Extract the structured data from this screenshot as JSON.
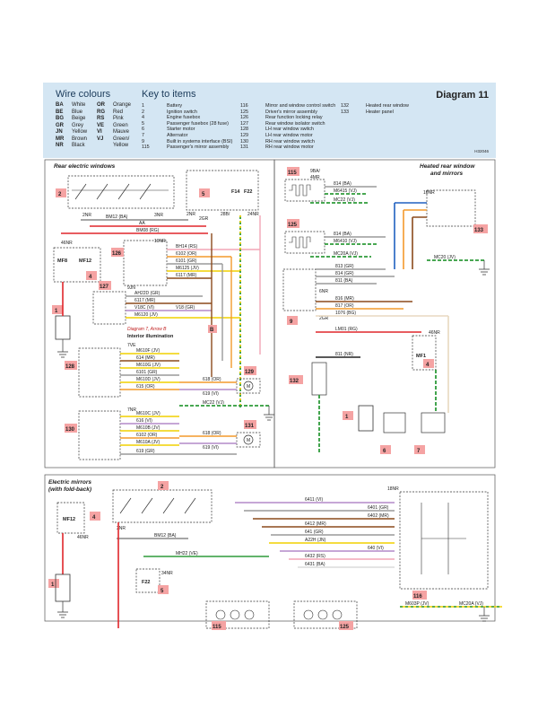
{
  "header": {
    "wire_colours_title": "Wire colours",
    "key_title": "Key to items",
    "diagram_title": "Diagram 11",
    "ref_code": "H32046",
    "wire_colours": [
      {
        "code": "BA",
        "name": "White",
        "code2": "OR",
        "name2": "Orange"
      },
      {
        "code": "BE",
        "name": "Blue",
        "code2": "RG",
        "name2": "Red"
      },
      {
        "code": "BG",
        "name": "Beige",
        "code2": "RS",
        "name2": "Pink"
      },
      {
        "code": "GR",
        "name": "Grey",
        "code2": "VE",
        "name2": "Green"
      },
      {
        "code": "JN",
        "name": "Yellow",
        "code2": "VI",
        "name2": "Mauve"
      },
      {
        "code": "MR",
        "name": "Brown",
        "code2": "VJ",
        "name2": "Green/"
      },
      {
        "code": "NR",
        "name": "Black",
        "code2": "",
        "name2": "Yellow"
      }
    ],
    "keys_col1": [
      {
        "num": "1",
        "text": "Battery"
      },
      {
        "num": "2",
        "text": "Ignition switch"
      },
      {
        "num": "4",
        "text": "Engine fusebox"
      },
      {
        "num": "5",
        "text": "Passenger fusebox (28 fuse)"
      },
      {
        "num": "6",
        "text": "Starter motor"
      },
      {
        "num": "7",
        "text": "Alternator"
      },
      {
        "num": "9",
        "text": "Built in systems interface (BSI)"
      },
      {
        "num": "115",
        "text": "Passenger's mirror assembly"
      }
    ],
    "keys_col2": [
      {
        "num": "116",
        "text": "Mirror and window control switch"
      },
      {
        "num": "125",
        "text": "Driver's mirror assembly"
      },
      {
        "num": "126",
        "text": "Rear function locking relay"
      },
      {
        "num": "127",
        "text": "Rear window isolator switch"
      },
      {
        "num": "128",
        "text": "LH rear window switch"
      },
      {
        "num": "129",
        "text": "LH rear window motor"
      },
      {
        "num": "130",
        "text": "RH rear window switch"
      },
      {
        "num": "131",
        "text": "RH rear window motor"
      }
    ],
    "keys_col3": [
      {
        "num": "132",
        "text": "Heated rear window"
      },
      {
        "num": "133",
        "text": "Heater panel"
      }
    ]
  },
  "panels": {
    "rear_windows": "Rear electric windows",
    "heated_rear": "Heated rear window",
    "heated_rear2": "and mirrors",
    "mirrors": "Electric mirrors",
    "mirrors2": "(with fold-back)"
  },
  "annotations": {
    "diagram7": "Diagram 7, Arrow B",
    "interior": "Interior illumination"
  },
  "colors": {
    "header_bg": "#d4e6f3",
    "tag_bg": "#f5a3a3",
    "wire_red": "#e0262b",
    "wire_orange": "#f39a2c",
    "wire_green": "#2e9b3a",
    "wire_yellow": "#f0d000",
    "wire_grey": "#9a9a9a",
    "wire_brown": "#8b4a1c",
    "wire_mauve": "#b48ac8",
    "wire_pink": "#f2a5b5",
    "wire_blue": "#2060c0",
    "wire_black": "#222222"
  },
  "left_wires": [
    {
      "id": "BM12 (BA)"
    },
    {
      "id": "AA"
    },
    {
      "id": "BM08 (RG)"
    },
    {
      "id": "BH14 (RS)"
    },
    {
      "id": "6102 (OR)"
    },
    {
      "id": "6101 (GR)"
    },
    {
      "id": "M6125 (JV)"
    },
    {
      "id": "6117 (MR)"
    },
    {
      "id": "AH22D (GR)"
    },
    {
      "id": "6117 (MR)"
    },
    {
      "id": "V18C (VI)"
    },
    {
      "id": "V18 (GR)"
    },
    {
      "id": "M6120 (JV)"
    },
    {
      "id": "M610F (JV)"
    },
    {
      "id": "614 (MR)"
    },
    {
      "id": "M610G (JV)"
    },
    {
      "id": "6101 (GR)"
    },
    {
      "id": "M610D (JV)"
    },
    {
      "id": "615 (OR)"
    },
    {
      "id": "618 (OR)"
    },
    {
      "id": "619 (VI)"
    },
    {
      "id": "MC22 (VJ)"
    },
    {
      "id": "M610C (JV)"
    },
    {
      "id": "616 (VI)"
    },
    {
      "id": "M610B (JV)"
    },
    {
      "id": "6102 (OR)"
    },
    {
      "id": "M610A (JV)"
    },
    {
      "id": "619 (GR)"
    },
    {
      "id": "618 (OR)"
    },
    {
      "id": "619 (VI)"
    }
  ],
  "right_wires": [
    {
      "id": "814 (BA)"
    },
    {
      "id": "M6415 (VJ)"
    },
    {
      "id": "MC22 (VJ)"
    },
    {
      "id": "814 (BA)"
    },
    {
      "id": "M6410 (VJ)"
    },
    {
      "id": "MC20A (VJ)"
    },
    {
      "id": "813 (GR)"
    },
    {
      "id": "814 (GR)"
    },
    {
      "id": "811 (BA)"
    },
    {
      "id": "816 (MR)"
    },
    {
      "id": "817 (OR)"
    },
    {
      "id": "1076 (BG)"
    },
    {
      "id": "LM01 (RG)"
    },
    {
      "id": "811 (NR)"
    },
    {
      "id": "MC20 (JV)"
    }
  ],
  "mirror_wires": [
    {
      "id": "6411 (VI)"
    },
    {
      "id": "6401 (GR)"
    },
    {
      "id": "6402 (MR)"
    },
    {
      "id": "6412 (MR)"
    },
    {
      "id": "641 (GR)"
    },
    {
      "id": "A22H (JN)"
    },
    {
      "id": "640 (VI)"
    },
    {
      "id": "6432 (RS)"
    },
    {
      "id": "6431 (BA)"
    },
    {
      "id": "BM12 (BA)"
    },
    {
      "id": "MH22 (VE)"
    },
    {
      "id": "M603P (JV)"
    },
    {
      "id": "MC20A (VJ)"
    }
  ],
  "tags": {
    "t2a": "2",
    "t5a": "5",
    "t4a": "4",
    "t126": "126",
    "t127": "127",
    "t1a": "1",
    "t128": "128",
    "t129": "129",
    "t130": "130",
    "t131": "131",
    "t115a": "115",
    "t125a": "125",
    "t133": "133",
    "t9": "9",
    "t4b": "4",
    "t132": "132",
    "t1b": "1",
    "t6": "6",
    "t7": "7",
    "t2b": "2",
    "t4c": "4",
    "t1c": "1",
    "t5b": "5",
    "t115b": "115",
    "t125b": "125",
    "t116": "116"
  },
  "connectors": {
    "c2nr": "2NR",
    "c3nr": "3NR",
    "c46nr": "46NR",
    "c10nr": "10NR",
    "c9jn": "9JN",
    "c7ve": "7VE",
    "c7nr": "7NR",
    "c2gr": "2GR",
    "c28b": "28B/",
    "c3gr": "3GR",
    "c24nr": "24NR",
    "c9ba": "9BA/",
    "c4mr": "4MR",
    "c6nr": "6NR",
    "c18nr": "18NR",
    "c34nr": "34NR",
    "c1nr": "1NR",
    "mfs": "MF8",
    "mf12": "MF12",
    "mf1": "MF1",
    "f14": "F14",
    "f22": "F22"
  }
}
